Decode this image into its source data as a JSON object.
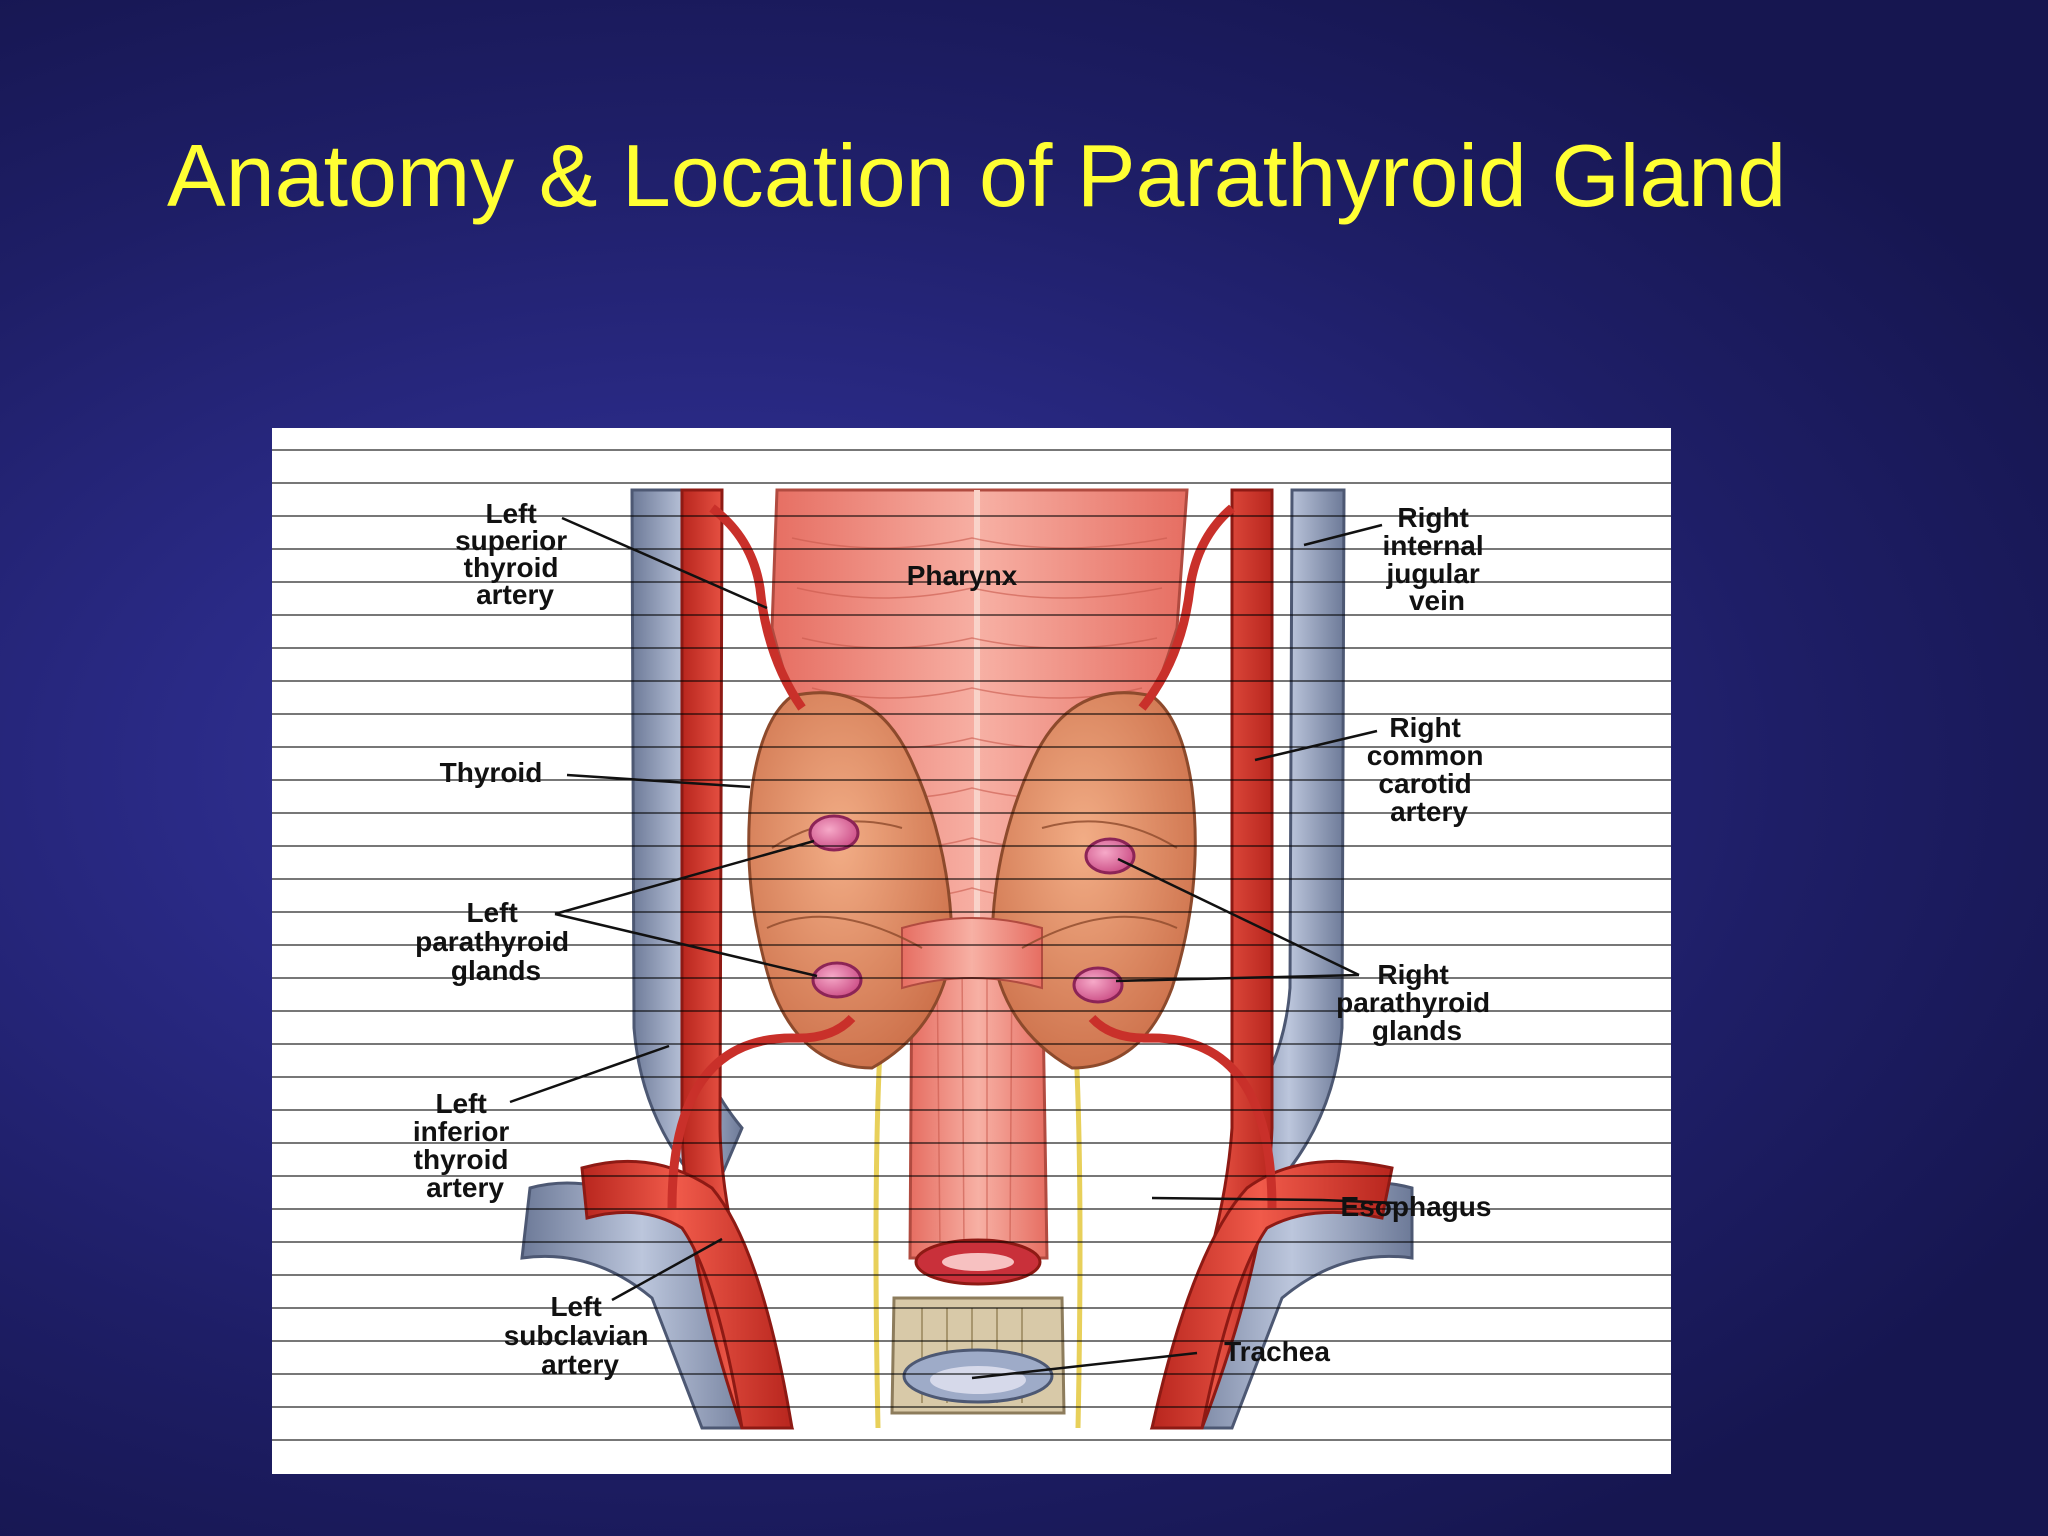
{
  "slide": {
    "title": "Anatomy & Location of Parathyroid Gland",
    "title_color": "#ffff33",
    "background_color": "#2a2a86"
  },
  "diagram": {
    "labels": {
      "left_superior_thyroid_artery": [
        "Left",
        "superior",
        "thyroid",
        "artery"
      ],
      "pharynx": "Pharynx",
      "right_internal_jugular_vein": [
        "Right",
        "internal",
        "jugular",
        "vein"
      ],
      "thyroid": "Thyroid",
      "right_common_carotid_artery": [
        "Right",
        "common",
        "carotid",
        "artery"
      ],
      "left_parathyroid_glands": [
        "Left",
        "parathyroid",
        "glands"
      ],
      "right_parathyroid_glands": [
        "Right",
        "parathyroid",
        "glands"
      ],
      "left_inferior_thyroid_artery": [
        "Left",
        "inferior",
        "thyroid",
        "artery"
      ],
      "esophagus": "Esophagus",
      "left_subclavian_artery": [
        "Left",
        "subclavian",
        "artery"
      ],
      "trachea": "Trachea"
    },
    "colors": {
      "artery": "#e23b30",
      "vein": "#8c9ab8",
      "thyroid": "#d9825a",
      "parathyroid": "#e0669a",
      "muscle": "#ef8c7e",
      "nerve": "#e8d05a",
      "label_text": "#111111"
    }
  }
}
